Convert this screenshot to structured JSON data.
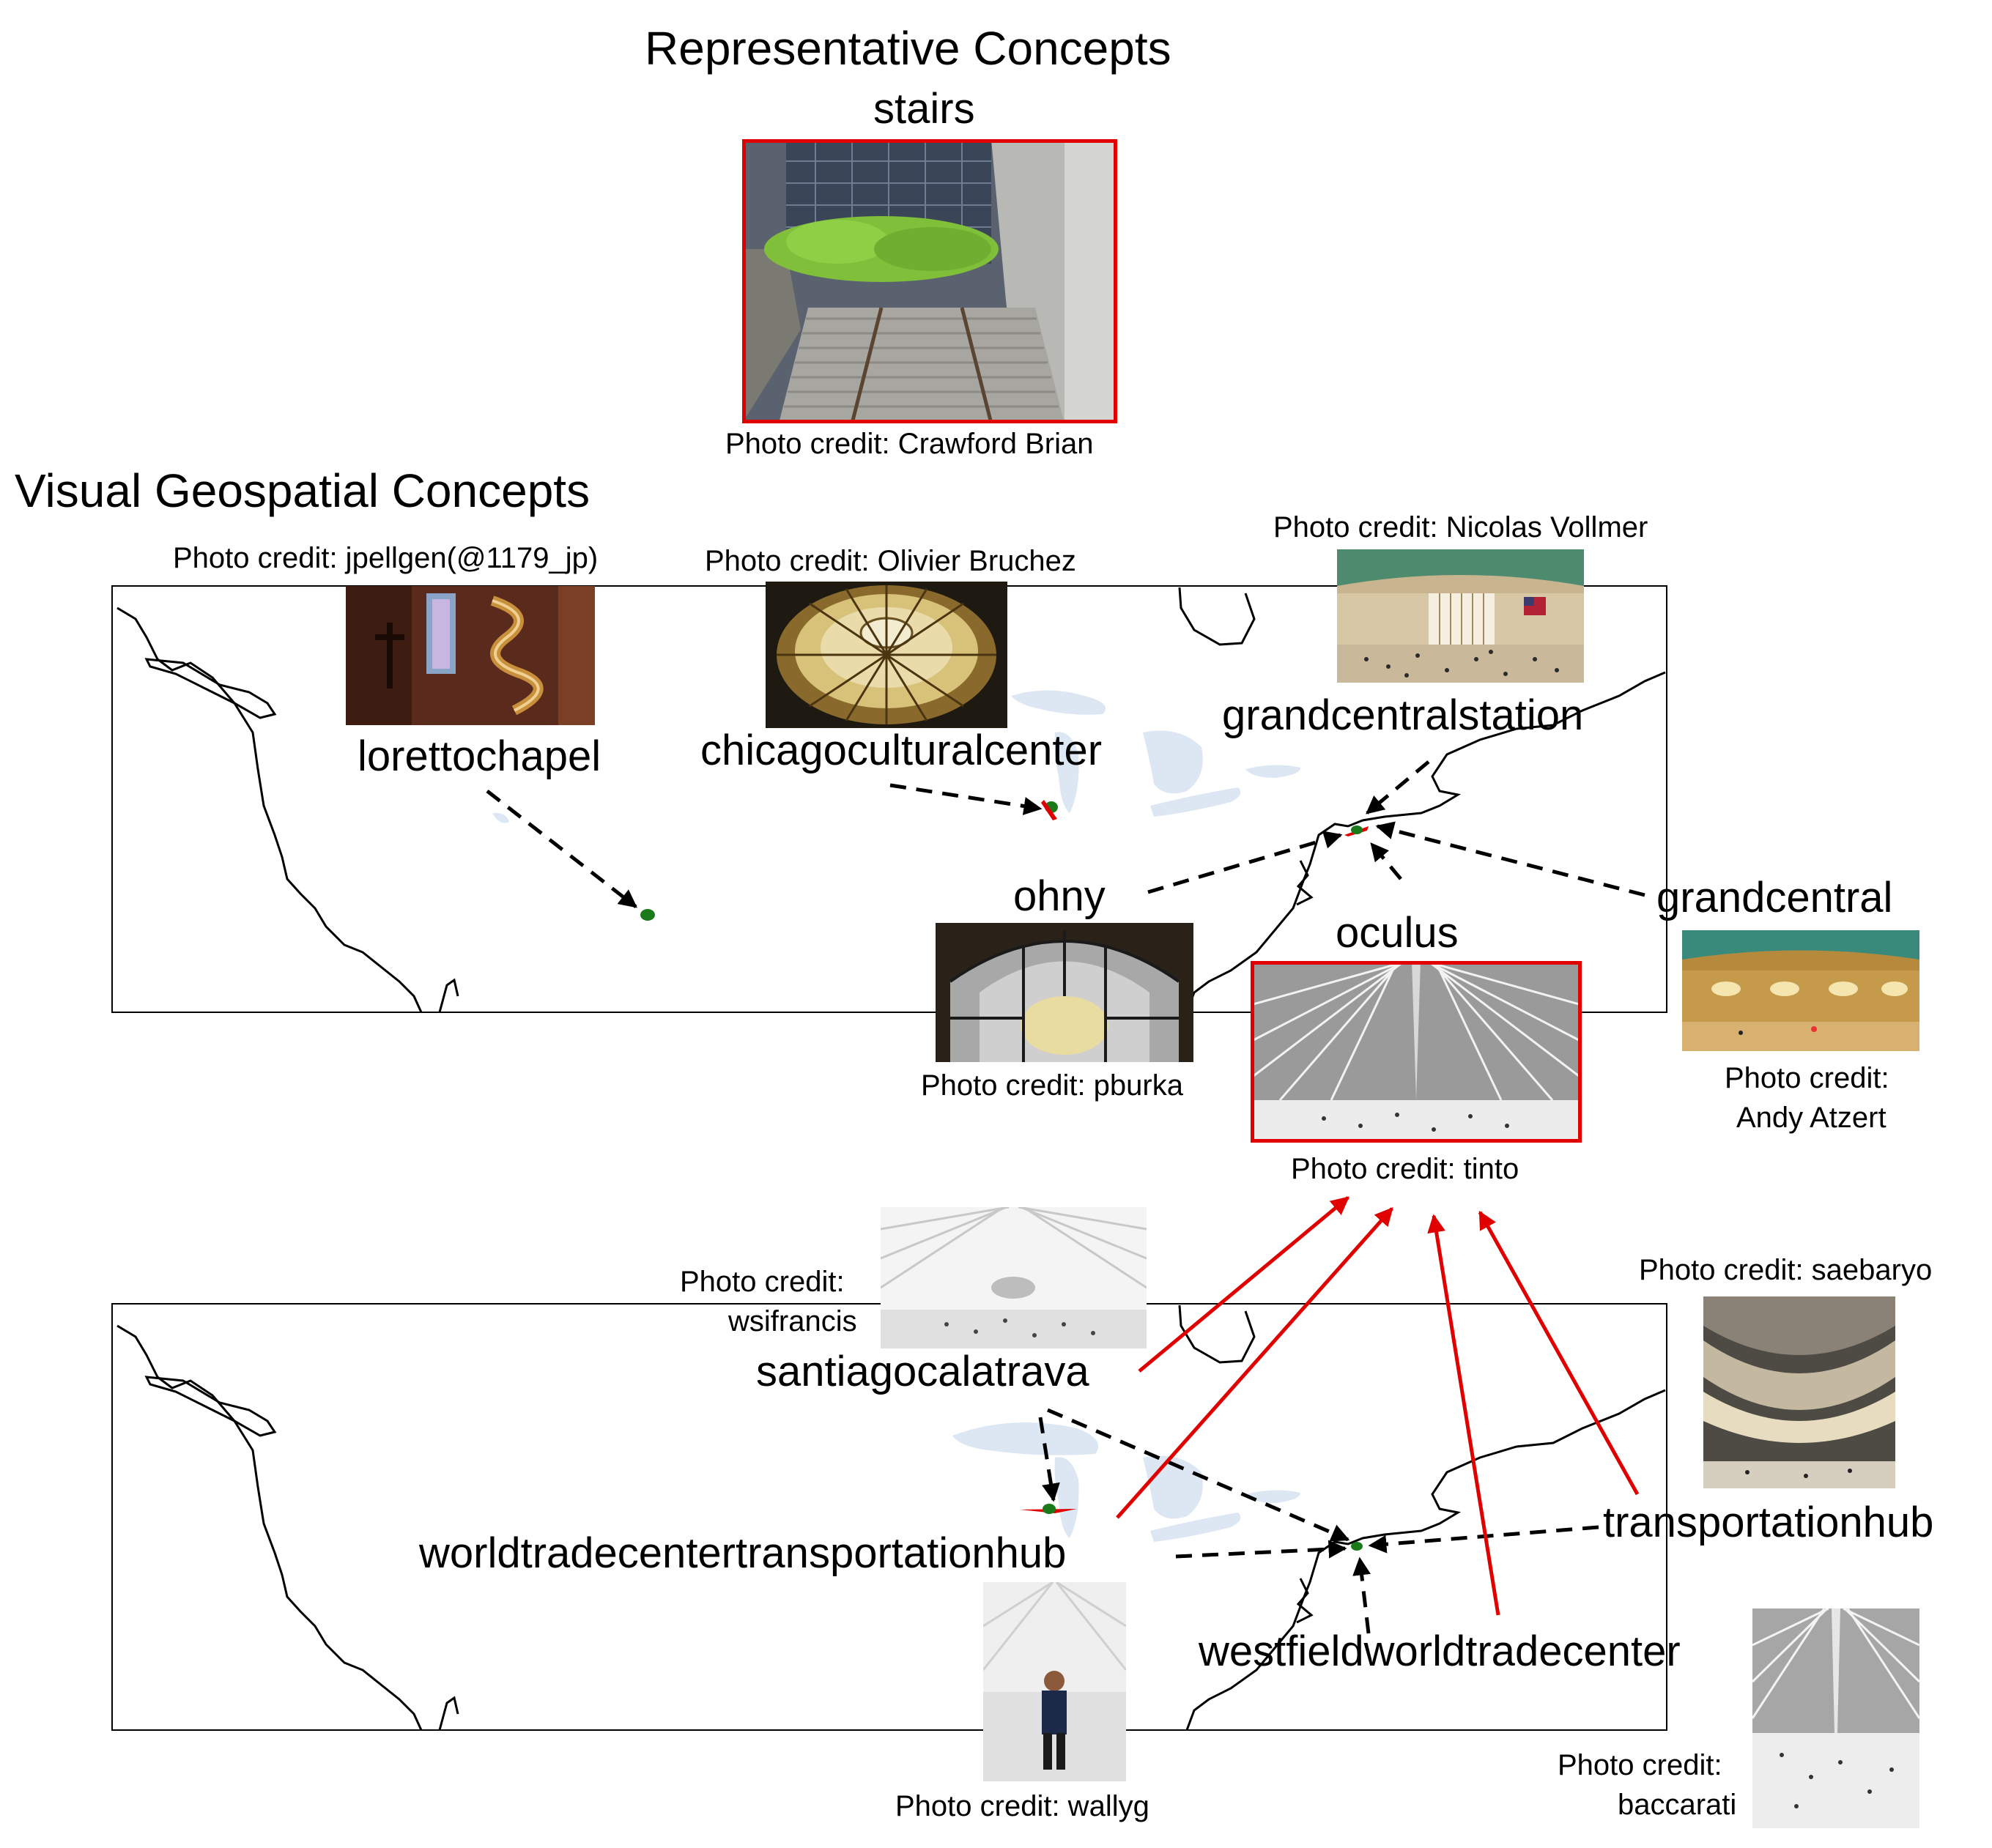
{
  "headings": {
    "representative": "Representative Concepts",
    "visual_geo": "Visual Geospatial Concepts"
  },
  "concepts": {
    "stairs": "stairs",
    "lorettochapel": "lorettochapel",
    "chicagoculturalcenter": "chicagoculturalcenter",
    "grandcentralstation": "grandcentralstation",
    "ohny": "ohny",
    "oculus": "oculus",
    "grandcentral": "grandcentral",
    "santiagocalatrava": "santiagocalatrava",
    "worldtradecentertransportationhub": "worldtradecentertransportationhub",
    "transportationhub": "transportationhub",
    "westfieldworldtradecenter": "westfieldworldtradecenter"
  },
  "credits": {
    "stairs": "Photo credit: Crawford Brian",
    "lorettochapel": "Photo credit: jpellgen(@1179_jp)",
    "chicagoculturalcenter": "Photo credit: Olivier Bruchez",
    "grandcentralstation": "Photo credit: Nicolas Vollmer",
    "ohny": "Photo credit: pburka",
    "oculus": "Photo credit: tinto",
    "grandcentral_line1": "Photo credit:",
    "grandcentral_line2": "Andy Atzert",
    "santiagocalatrava_line1": "Photo credit:",
    "santiagocalatrava_line2": "wsifrancis",
    "transportationhub": "Photo credit: saebaryo",
    "worldtradecentertransportationhub": "Photo credit: wallyg",
    "westfieldworldtradecenter_line1": "Photo credit:",
    "westfieldworldtradecenter_line2": "baccarati"
  },
  "colors": {
    "representative_border": "#e00000",
    "red_arrow": "#e00000",
    "dashed_arrow": "#000000",
    "location_dot": "#1a7a1a",
    "lake_fill": "#dde6f3"
  }
}
